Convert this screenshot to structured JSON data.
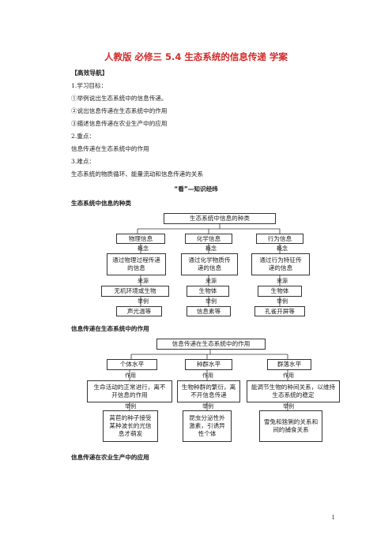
{
  "title": "人教版 必修三 5.4 生态系统的信息传递 学案",
  "guide": {
    "header": "【高效导航】",
    "lines": [
      "1.学习目标：",
      "①举例说出生态系统中的信息传递。",
      "②说出信息传递在生态系统中的作用",
      "③描述信息传递在农业生产中的应用",
      "2.重点：",
      "信息传递在生态系统中的作用",
      "3.难点：",
      "生态系统的物质循环、能量流动和信息传递的关系"
    ]
  },
  "section_title": "“看”—知识经纬",
  "diagram1": {
    "heading": "生态系统中信息的种类",
    "root": "生态系统中信息的种类",
    "columns": [
      {
        "type": "物理信息",
        "def_label": "概念",
        "definition": "通过物理过程传递的信息",
        "src_label": "来源",
        "source": "无机环境或生物",
        "ex_label": "举例",
        "example": "声光温等"
      },
      {
        "type": "化学信息",
        "def_label": "概念",
        "definition": "通过化学物质传递的信息",
        "src_label": "来源",
        "source": "生物体",
        "ex_label": "举例",
        "example": "信息素等"
      },
      {
        "type": "行为信息",
        "def_label": "概念",
        "definition": "通过行为特征传递的信息",
        "src_label": "来源",
        "source": "生物体",
        "ex_label": "举例",
        "example": "孔雀开屏等"
      }
    ]
  },
  "diagram2": {
    "heading": "信息传递在生态系统中的作用",
    "root": "信息传递在生态系统中的作用",
    "columns": [
      {
        "level": "个体水平",
        "fn_label": "作用",
        "function": "生命活动的正常进行，离不开信息的作用",
        "ex_label": "举例",
        "example": "莴苣的种子接受某种波长的光信息才萌发"
      },
      {
        "level": "种群水平",
        "fn_label": "作用",
        "function": "生物种群的繁衍，离不开信息传递",
        "ex_label": "举例",
        "example": "昆虫分泌性外激素，引诱异性个体"
      },
      {
        "level": "群落水平",
        "fn_label": "作用",
        "function": "能调节生物的种间关系，以维持生态系统的稳定",
        "ex_label": "举例",
        "example": "雪兔和猞猁的关系和间的捕食关系"
      }
    ]
  },
  "heading3": "信息传递在农业生产中的应用",
  "page_number": "1"
}
